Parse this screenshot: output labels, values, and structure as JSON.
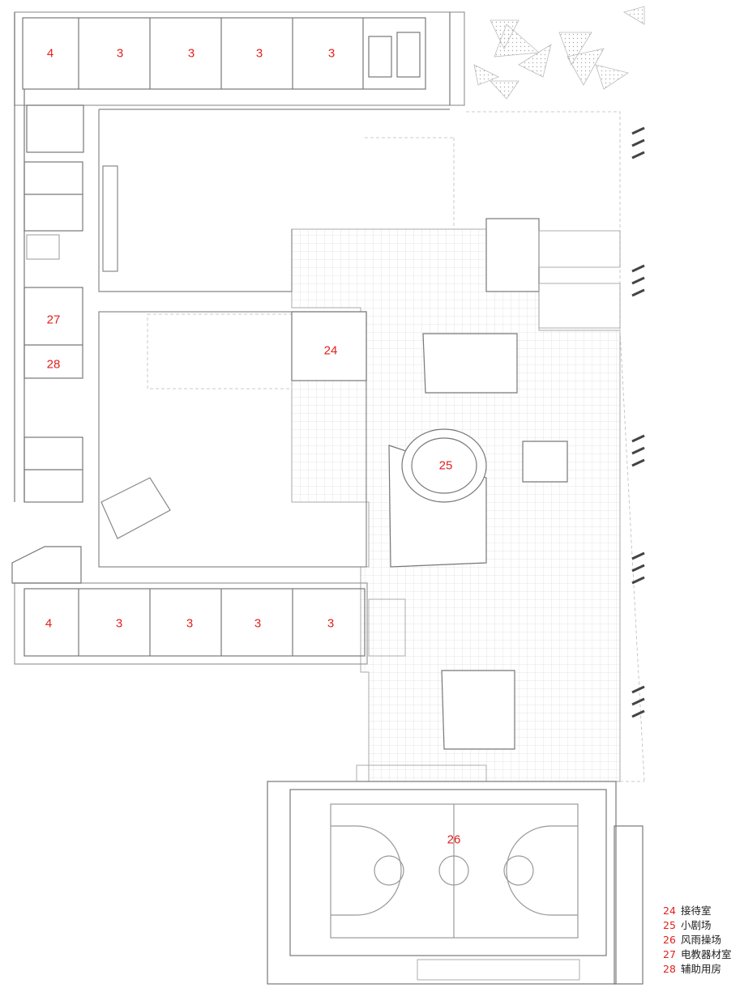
{
  "rooms": [
    {
      "label": "4"
    },
    {
      "label": "3"
    },
    {
      "label": "3"
    },
    {
      "label": "3"
    },
    {
      "label": "3"
    },
    {
      "label": "27"
    },
    {
      "label": "28"
    },
    {
      "label": "24"
    },
    {
      "label": "25"
    },
    {
      "label": "4"
    },
    {
      "label": "3"
    },
    {
      "label": "3"
    },
    {
      "label": "3"
    },
    {
      "label": "3"
    },
    {
      "label": "26"
    }
  ],
  "legend": [
    {
      "num": "24",
      "name": "接待室"
    },
    {
      "num": "25",
      "name": "小剧场"
    },
    {
      "num": "26",
      "name": "风雨操场"
    },
    {
      "num": "27",
      "name": "电教器材室"
    },
    {
      "num": "28",
      "name": "辅助用房"
    }
  ],
  "colors": {
    "label_red": "#e0201c",
    "wall": "#777777",
    "column": "#555555",
    "tile": "#dcdcdc"
  }
}
